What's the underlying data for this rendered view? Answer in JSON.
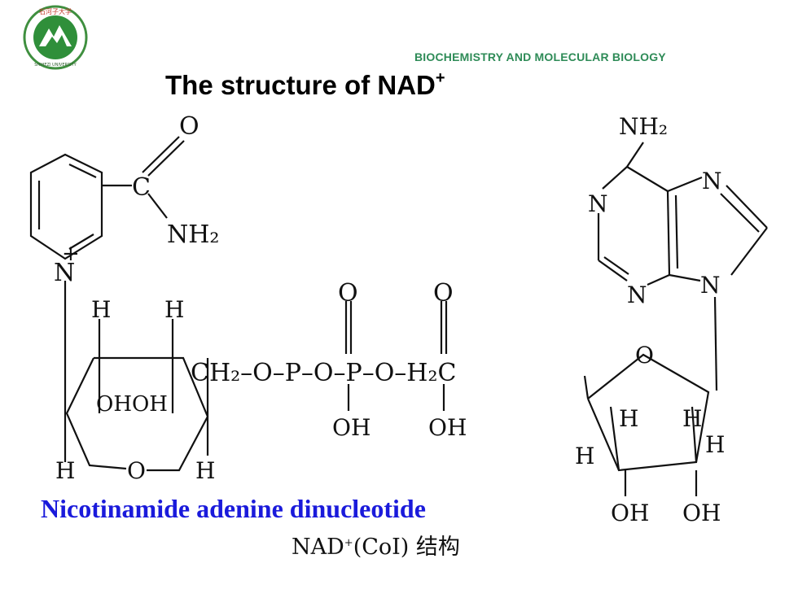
{
  "header": {
    "logo_icon": "university-seal-icon",
    "logo_lettering": "SHIHEZI UNIVERSITY",
    "subject": "BIOCHEMISTRY  AND MOLECULAR BIOLOGY"
  },
  "slide": {
    "title_main": "The structure of NAD",
    "title_superscript": "+",
    "compound_name": "Nicotinamide adenine dinucleotide",
    "caption_prefix": "NAD",
    "caption_superscript": "+",
    "caption_rest": "(CoI) 结构"
  },
  "structure_labels": {
    "amide_O": "O",
    "amide_C": "C",
    "amide_NH2": "NH₂",
    "pyridinium_N": "N",
    "pyridinium_charge": "+",
    "ribose1_H_top_left": "H",
    "ribose1_H_top_right": "H",
    "ribose1_OHOH": "OHOH",
    "ribose1_H_bottom_left": "H",
    "ribose1_O": "O",
    "ribose1_H_bottom_right": "H",
    "chain": "CH₂–O–P–O–P–O–H₂C",
    "phosphate1_O": "O",
    "phosphate2_O": "O",
    "phosphate1_OH": "OH",
    "phosphate2_OH": "OH",
    "adenine_NH2": "NH₂",
    "adenine_N1": "N",
    "adenine_N7": "N",
    "adenine_N3": "N",
    "adenine_N9": "N",
    "ribose2_O": "O",
    "ribose2_H1": "H",
    "ribose2_H2": "H",
    "ribose2_H3": "H",
    "ribose2_H4": "H",
    "ribose2_OH_left": "OH",
    "ribose2_OH_right": "OH"
  }
}
